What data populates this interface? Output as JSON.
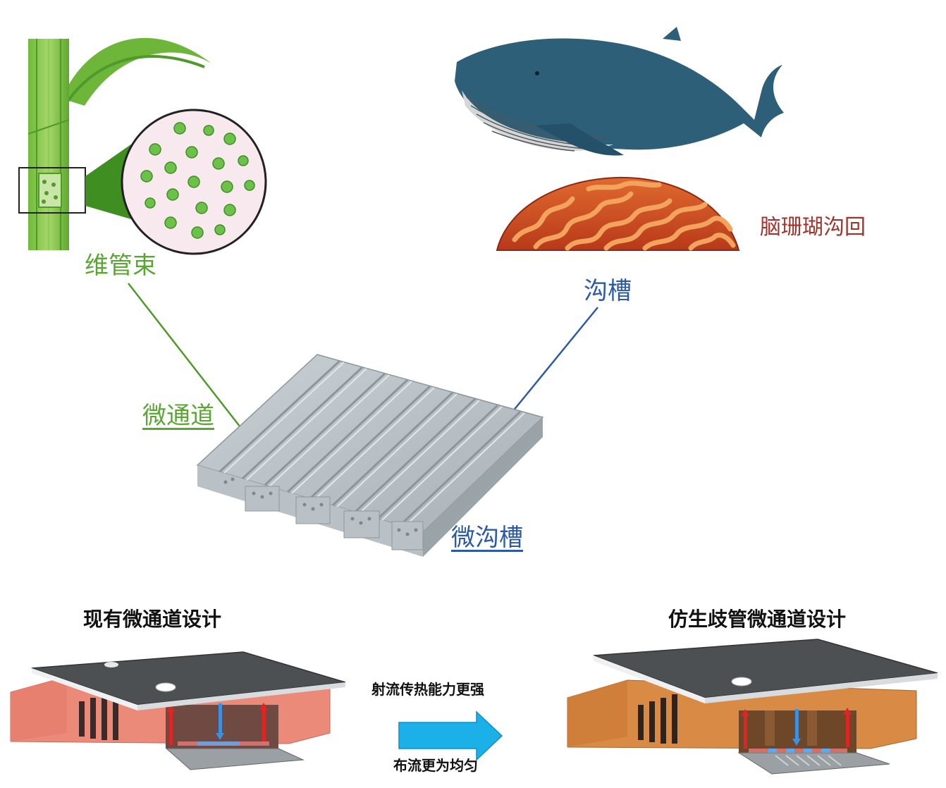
{
  "labels": {
    "vascular_bundle": "维管束",
    "brain_coral": "脑珊瑚沟回",
    "groove": "沟槽",
    "microchannel": "微通道",
    "micro_groove": "微沟槽",
    "existing_design": "现有微通道设计",
    "bionic_design": "仿生歧管微通道设计",
    "jet_heat_transfer": "射流传热能力更强",
    "uniform_flow": "布流更为均匀"
  },
  "colors": {
    "green_label": "#5aa632",
    "blue_label": "#2d5aa8",
    "coral_label": "#a3322b",
    "whale": "#2e5f78",
    "coral": "#c9491f",
    "arrow": "#1cb0e8",
    "existing_block": "#ec8a7a",
    "bionic_block": "#d98b45"
  }
}
